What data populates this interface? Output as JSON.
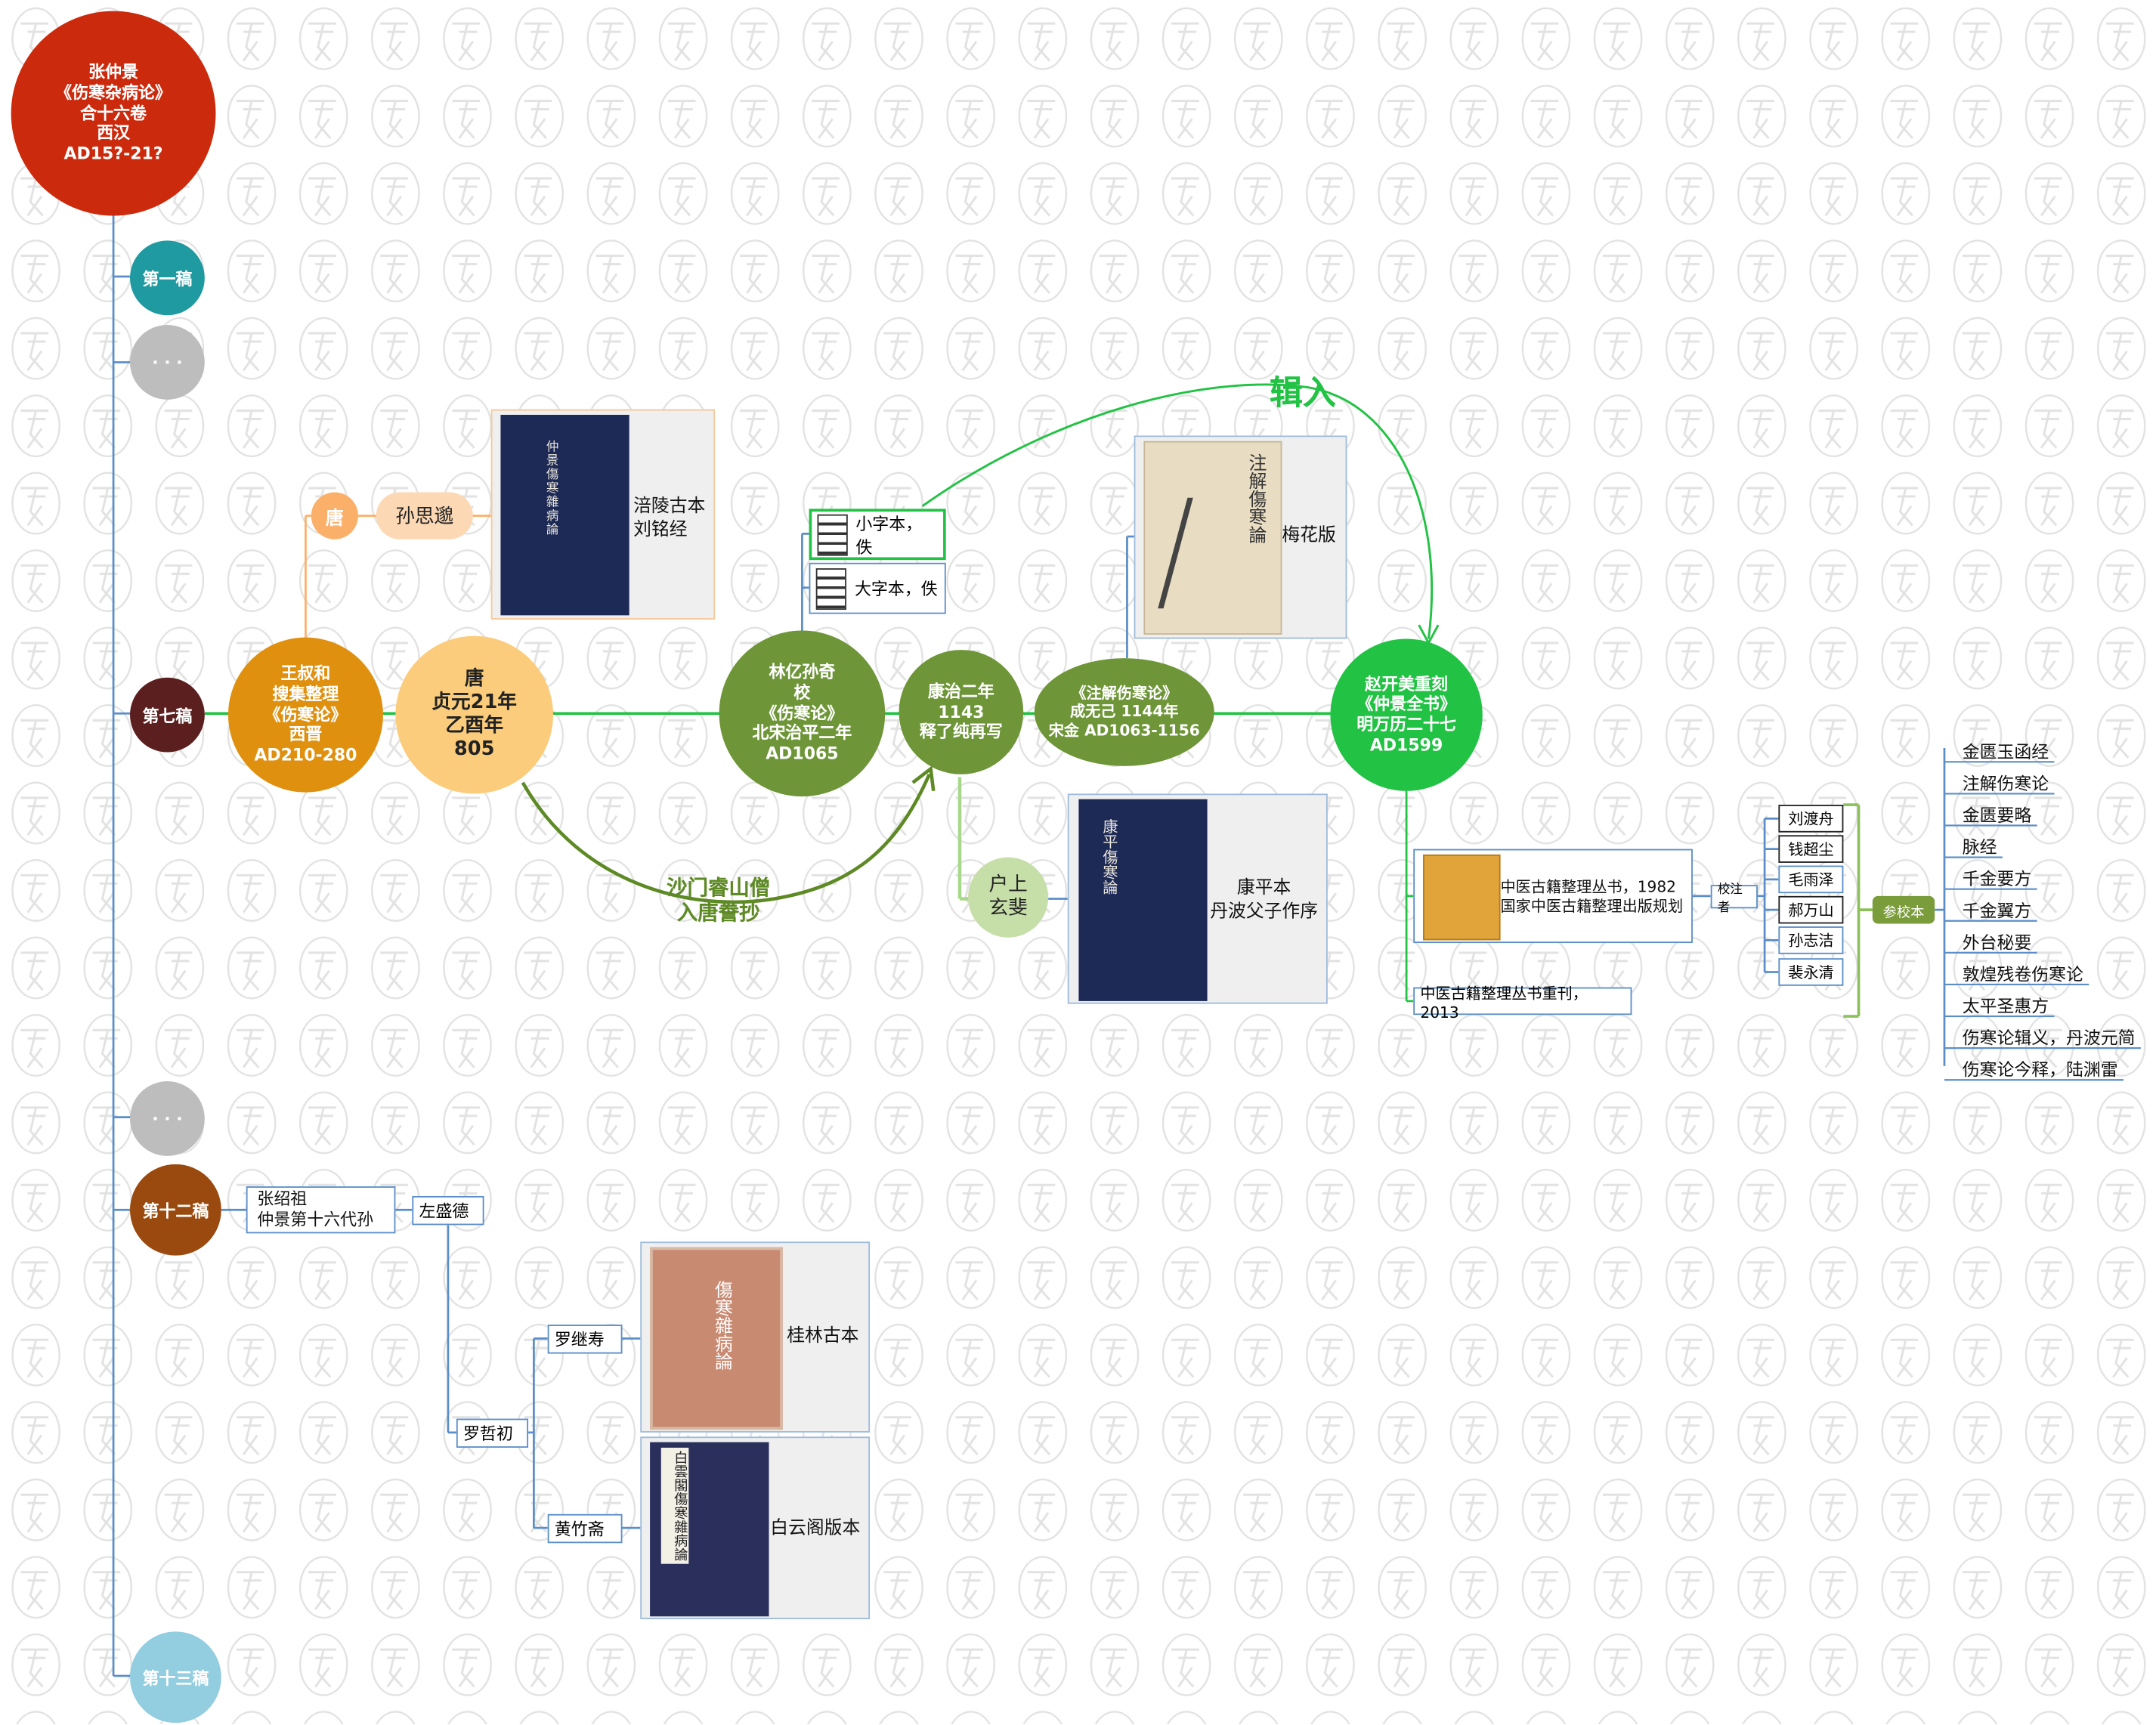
{
  "root": {
    "text": "张仲景\n《伤寒杂病论》\n合十六卷\n西汉\nAD15?-21?",
    "color": "#cc2a0c"
  },
  "drafts": {
    "d1": "第一稿",
    "ell1": "· · ·",
    "d7": "第七稿",
    "ell2": "· · ·",
    "d12": "第十二稿",
    "d13": "第十三稿"
  },
  "tang_branch": {
    "tang": "唐",
    "sun": "孙思邈",
    "card": "涪陵古本\n刘铭经",
    "cover_title": "仲景傷寒雜病論"
  },
  "main_chain": {
    "wang": "王叔和\n搜集整理\n《伤寒论》\n西晋\nAD210-280",
    "zhenyuan": "唐\n贞元21年\n乙酉年\n805",
    "lin": "林亿孙奇\n校\n《伤寒论》\n北宋治平二年\nAD1065",
    "kangzhi": "康治二年\n1143\n释了纯再写",
    "zhujie": "《注解伤寒论》\n成无己 1144年\n宋金 AD1063-1156",
    "zhao": "赵开美重刻\n《仲景全书》\n明万历二十七\nAD1599"
  },
  "song_versions": {
    "small": "小字本，佚",
    "large": "大字本，佚"
  },
  "meihua": {
    "label": "梅花版",
    "cover_title": "注解傷寒論"
  },
  "annotations": {
    "jiru": "辑入",
    "shamen": "沙门睿山僧\n入唐誊抄"
  },
  "hushang": {
    "node": "户上\n玄斐",
    "card": "康平本\n丹波父子作序",
    "cover_title": "康平傷寒論"
  },
  "modern": {
    "book1": "中医古籍整理丛书，1982\n国家中医古籍整理出版规划",
    "book2": "中医古籍整理丛书重刊，2013",
    "jiaozhu_label": "校注者",
    "jiaozhu": [
      "刘渡舟",
      "钱超尘",
      "毛雨泽",
      "郝万山",
      "孙志洁",
      "裴永清"
    ],
    "canjiao_label": "参校本",
    "refs": [
      "金匮玉函经",
      "注解伤寒论",
      "金匮要略",
      "脉经",
      "千金要方",
      "千金翼方",
      "外台秘要",
      "敦煌残卷伤寒论",
      "太平圣惠方",
      "伤寒论辑义，丹波元简",
      "伤寒论今释，陆渊雷"
    ]
  },
  "lineage": {
    "zhang": "张绍祖\n仲景第十六代孙",
    "zuo": "左盛德",
    "luozhe": "罗哲初",
    "luoji": "罗继寿",
    "huang": "黄竹斋",
    "guilin": "桂林古本",
    "baiyun": "白云阁版本",
    "guilin_cover": "傷寒雜病論",
    "baiyun_cover": "白雲閣傷寒雜病論"
  },
  "colors": {
    "teal": "#1f9aa0",
    "gray": "#bdbdbd",
    "maroon": "#5c1f1f",
    "brown": "#9a4a0e",
    "lightblue": "#92cde0",
    "orange": "#e0900f",
    "peach": "#fbcc7b",
    "olive": "#6e9638",
    "green": "#22c244",
    "connector": "#5b8ec9"
  }
}
